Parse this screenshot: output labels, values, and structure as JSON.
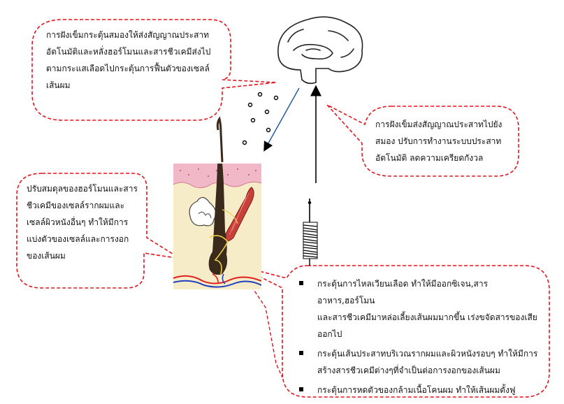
{
  "callouts": {
    "brain_effect": {
      "lines": [
        "การฝังเข็มกระตุ้นสมองให้ส่งสัญญาณประสาท",
        "อัตโนมัติและหลั่งฮอร์โมนและสารชีวเคมีส่งไป",
        "ตามกระแสเลือดไปกระตุ้นการฟื้นตัวของเซลล์",
        "เส้นผม"
      ]
    },
    "signal": {
      "lines": [
        "การฝังเข็มส่งสัญญาณประสาทไปยัง",
        "สมอง ปรับการทำงานระบบประสาท",
        "อัตโนมัติ ลดความเครียดกังวล"
      ]
    },
    "balance": {
      "lines": [
        "ปรับสมดุลของฮอร์โมนและสาร",
        "ชีวเคมีของเซลล์รากผมและ",
        "เซลล์ผิวหนังอื่นๆ ทำให้มีการ",
        "แบ่งตัวของเซลล์และการงอก",
        "ของเส้นผม"
      ]
    },
    "local_effects": {
      "items": [
        {
          "lines": [
            "กระตุ้นการไหลเวียนเลือด ทำให้มีออกซิเจน,สารอาหาร,ฮอร์โมน",
            "และสารชีวเคมีมาหล่อเลี้ยงเส้นผมมากขึ้น เร่งขจัดสารของเสีย",
            "ออกไป"
          ]
        },
        {
          "lines": [
            "กระตุ้นเส้นประสาทบริเวณรากผมและผิวหนังรอบๆ ทำให้มีการ",
            "สร้างสารชีวเคมีต่างๆที่จำเป็นต่อการงอกของเส้นผม"
          ]
        },
        {
          "lines": [
            "กระตุ้นการหดตัวของกล้ามเนื้อโคนผม ทำให้เส้นผมตั้งฟู"
          ]
        }
      ]
    }
  },
  "icons": [
    "brain-icon",
    "hair-follicle-icon",
    "acupuncture-needle-icon",
    "bullet-icon"
  ],
  "colors": {
    "callout_border": "#e0161f",
    "skin_top": "#f1b8c8",
    "skin_body": "#f7ecc8",
    "hair": "#3a2a1c",
    "muscle": "#c8403a",
    "nerve": "#f0d04a",
    "artery": "#e02020",
    "vein": "#2040c0",
    "arrow_blue": "#1a4f9c"
  }
}
